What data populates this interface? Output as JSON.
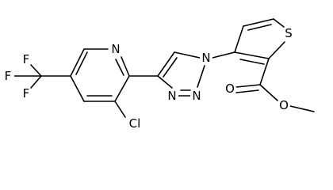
{
  "molecule": {
    "atoms": {
      "f_top": "F",
      "f_left": "F",
      "f_bottom": "F",
      "n_pyridine": "N",
      "cl": "Cl",
      "n1_triazole": "N",
      "n2_triazole": "N",
      "n3_triazole": "N",
      "s_thiophene": "S",
      "o_carbonyl": "O",
      "o_ester": "O"
    }
  }
}
